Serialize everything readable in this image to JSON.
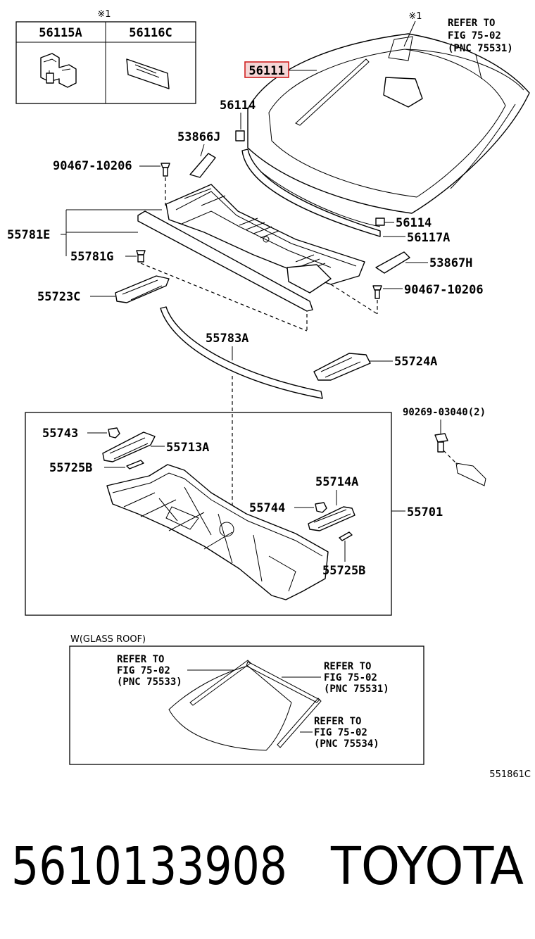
{
  "note_mark": "※1",
  "inset_parts": [
    "56115A",
    "56116C"
  ],
  "callouts": {
    "windshield": "56111",
    "clip_upper": "56114",
    "clip_lower": "56114",
    "spacer_left": "53866J",
    "spacer_right": "53867H",
    "screw_left": "90467-10206",
    "screw_right": "90467-10206",
    "louver": "55781E",
    "louver_clip": "55781G",
    "bracket_left": "55723C",
    "seal_lower": "56117A",
    "weatherstrip": "55783A",
    "bracket_right": "55724A",
    "bolt": "90269-03040(2)",
    "bracket_small_1": "55743",
    "reinforce_left": "55713A",
    "plate_left": "55725B",
    "reinforce_right": "55714A",
    "bracket_small_2": "55744",
    "plate_right": "55725B",
    "cowl_panel": "55701"
  },
  "refer_top": [
    "REFER TO",
    "FIG 75-02",
    "(PNC 75531)"
  ],
  "glass_roof": {
    "title": "W(GLASS ROOF)",
    "refer_a": [
      "REFER TO",
      "FIG 75-02",
      "(PNC 75533)"
    ],
    "refer_b": [
      "REFER TO",
      "FIG 75-02",
      "(PNC 75531)"
    ],
    "refer_c": [
      "REFER TO",
      "FIG 75-02",
      "(PNC 75534)"
    ]
  },
  "figure_code": "551861C",
  "part_number": "5610133908",
  "brand": "TOYOTA",
  "highlight_color": "#d02020"
}
